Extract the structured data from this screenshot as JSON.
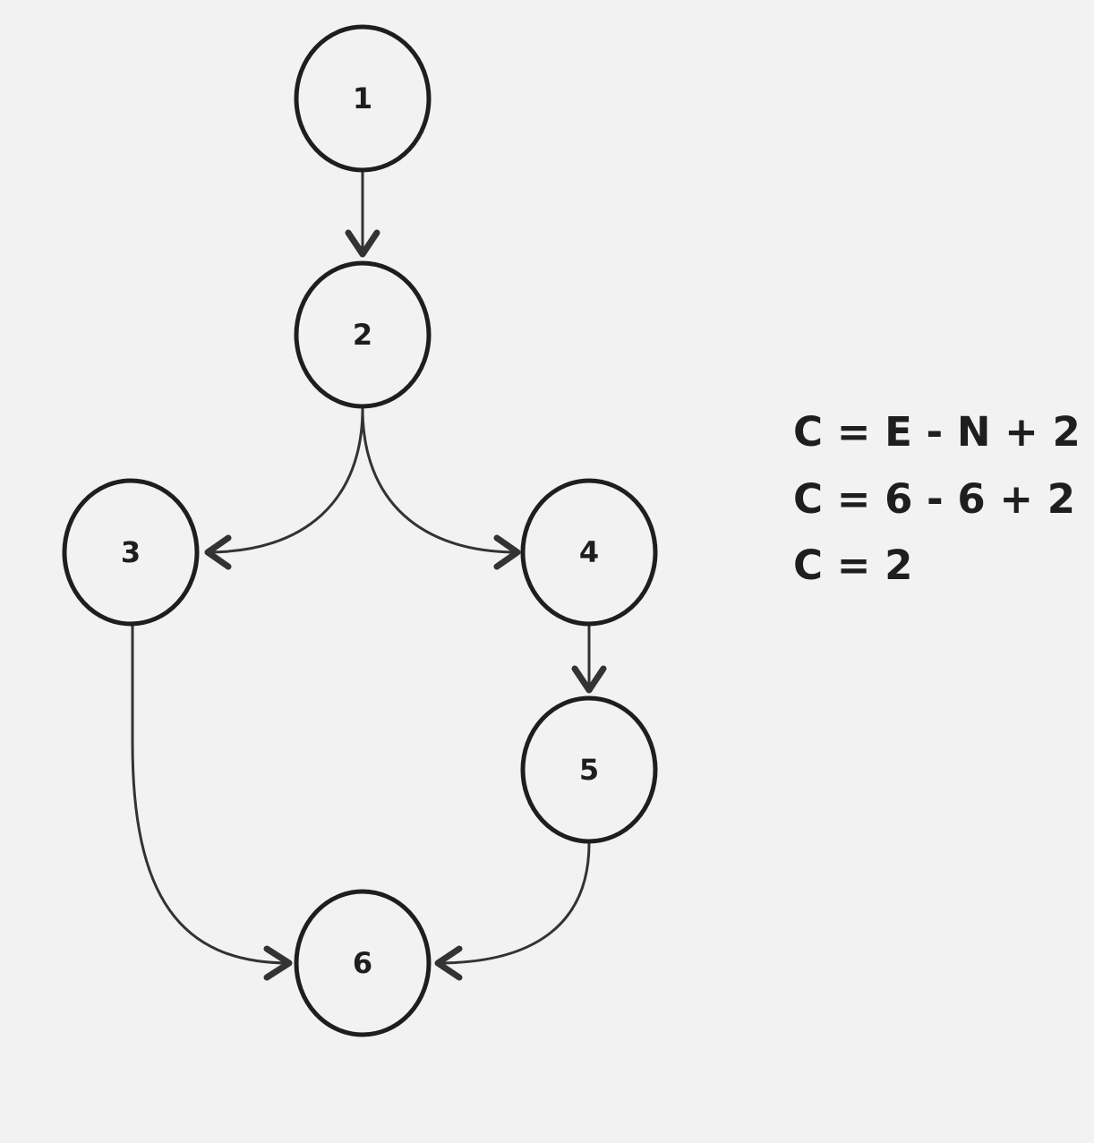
{
  "diagram": {
    "nodes": [
      {
        "id": "1",
        "label": "1"
      },
      {
        "id": "2",
        "label": "2"
      },
      {
        "id": "3",
        "label": "3"
      },
      {
        "id": "4",
        "label": "4"
      },
      {
        "id": "5",
        "label": "5"
      },
      {
        "id": "6",
        "label": "6"
      }
    ],
    "edges": [
      {
        "from": "1",
        "to": "2"
      },
      {
        "from": "2",
        "to": "3"
      },
      {
        "from": "2",
        "to": "4"
      },
      {
        "from": "4",
        "to": "5"
      },
      {
        "from": "3",
        "to": "6"
      },
      {
        "from": "5",
        "to": "6"
      }
    ],
    "colors": {
      "background": "#f2f2f2",
      "stroke": "#1e1e1e",
      "edge": "#333333",
      "text": "#1e1e1e"
    }
  },
  "formulas": [
    "C = E - N + 2",
    "C = 6 - 6 + 2",
    "C = 2"
  ]
}
